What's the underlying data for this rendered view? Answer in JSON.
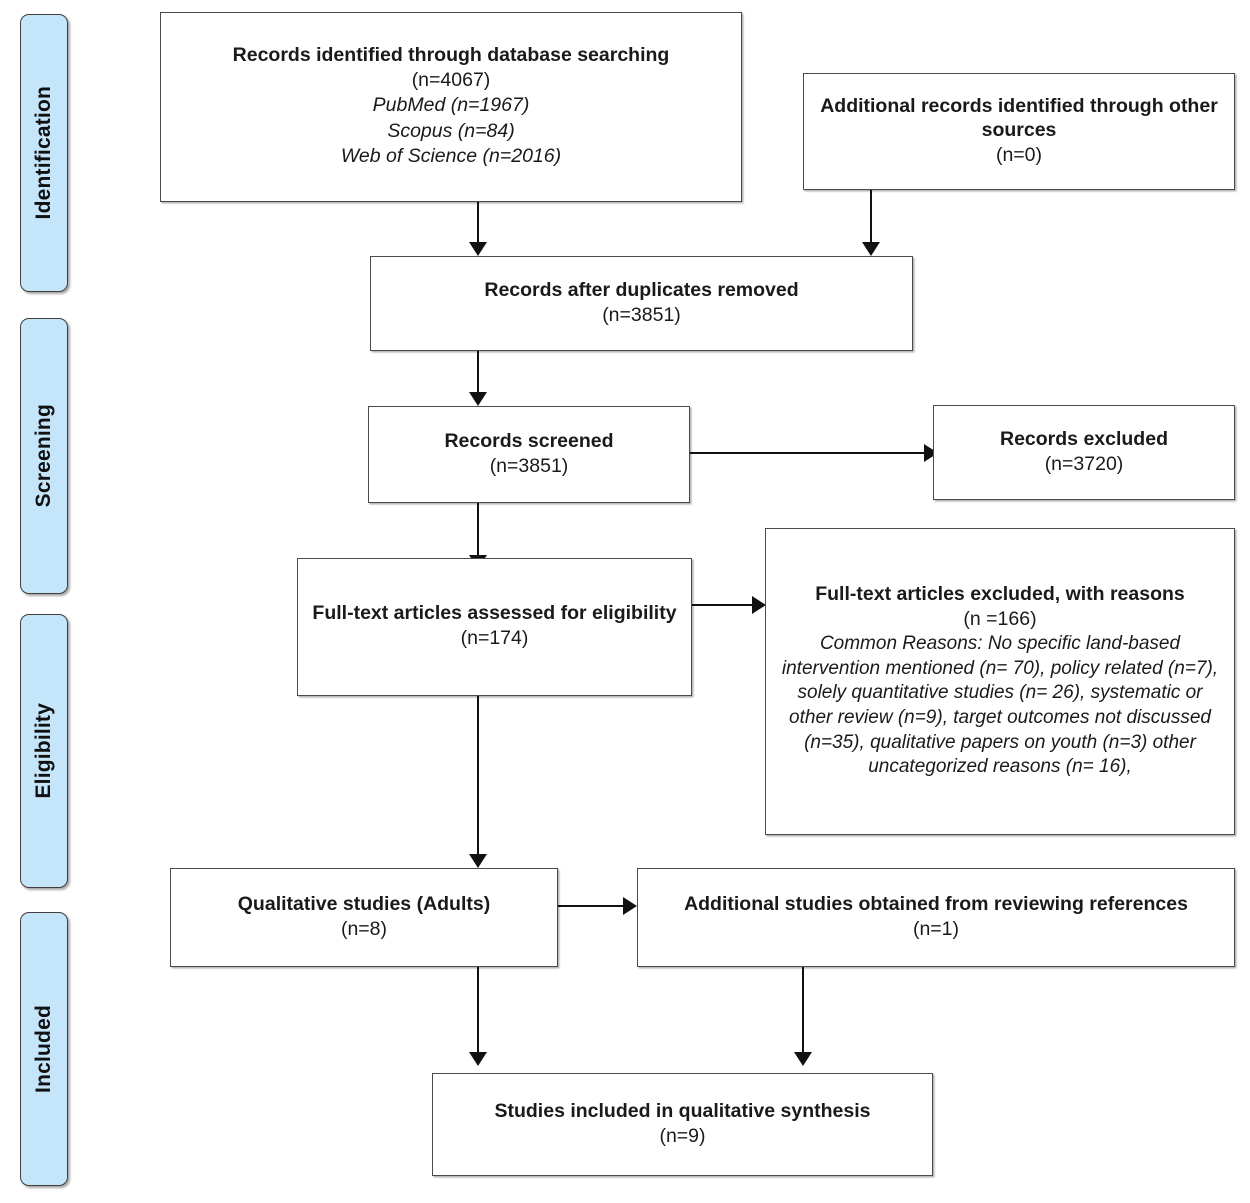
{
  "diagram": {
    "title": "PRISMA flow diagram",
    "accent_color": "#c5e6fa",
    "border_color": "#4a4a4a",
    "line_color": "#111111"
  },
  "phases": [
    {
      "label": "Identification"
    },
    {
      "label": "Screening"
    },
    {
      "label": "Eligibility"
    },
    {
      "label": "Included"
    }
  ],
  "boxes": {
    "database_search": {
      "title": "Records identified through database searching",
      "count": "(n=4067)",
      "sources": [
        "PubMed (n=1967)",
        "Scopus (n=84)",
        "Web of Science (n=2016)"
      ]
    },
    "other_sources": {
      "title": "Additional records identified through other sources",
      "count": "(n=0)"
    },
    "duplicates_removed": {
      "title": "Records after duplicates removed",
      "count": "(n=3851)"
    },
    "records_screened": {
      "title": "Records screened",
      "count": "(n=3851)"
    },
    "records_excluded": {
      "title": "Records excluded",
      "count": "(n=3720)"
    },
    "fulltext_assessed": {
      "title": "Full-text articles assessed for eligibility",
      "count": "(n=174)"
    },
    "fulltext_excluded": {
      "title": "Full-text articles excluded, with reasons",
      "count": "(n =166)",
      "reasons": "Common Reasons: No specific land-based intervention mentioned (n= 70), policy related (n=7), solely quantitative studies (n= 26), systematic or other review (n=9), target outcomes not discussed (n=35), qualitative papers on youth (n=3) other uncategorized reasons (n= 16),"
    },
    "qualitative_adults": {
      "title": "Qualitative studies (Adults)",
      "count": "(n=8)"
    },
    "additional_references": {
      "title": "Additional studies obtained from reviewing references",
      "count": "(n=1)"
    },
    "included_synthesis": {
      "title": "Studies included in qualitative synthesis",
      "count": "(n=9)"
    }
  }
}
